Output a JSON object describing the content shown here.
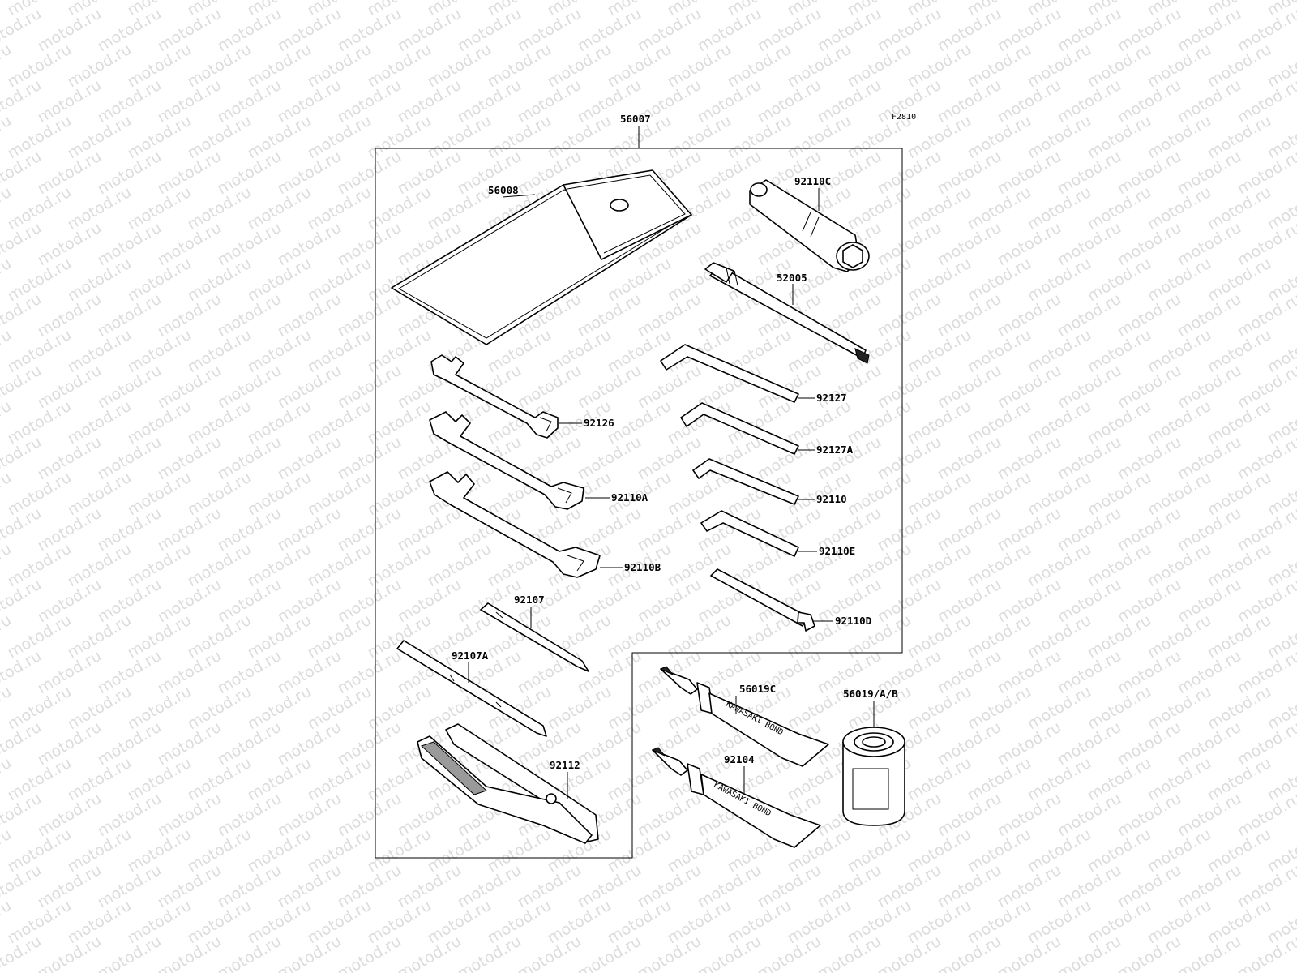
{
  "diagram": {
    "figure_code": "F2810",
    "watermark": "motod.ru",
    "labels": {
      "kit": "56007",
      "bag": "56008",
      "plug_wrench": "92110C",
      "handle": "52005",
      "hex_wrench_1": "92127",
      "hex_wrench_2": "92127A",
      "hex_wrench_3": "92110",
      "hex_wrench_4": "92110E",
      "spoke_wrench": "92110D",
      "open_wrench_1": "92126",
      "open_wrench_2": "92110A",
      "open_wrench_3": "92110B",
      "screwdriver_bit": "92107",
      "screwdriver": "92107A",
      "pliers": "92112",
      "bond_1": "56019C",
      "bond_2": "92104",
      "oil_can": "56019/A/B"
    },
    "tube_text_1": "KAWASAKI BOND",
    "tube_text_2": "KAWASAKI BOND"
  }
}
